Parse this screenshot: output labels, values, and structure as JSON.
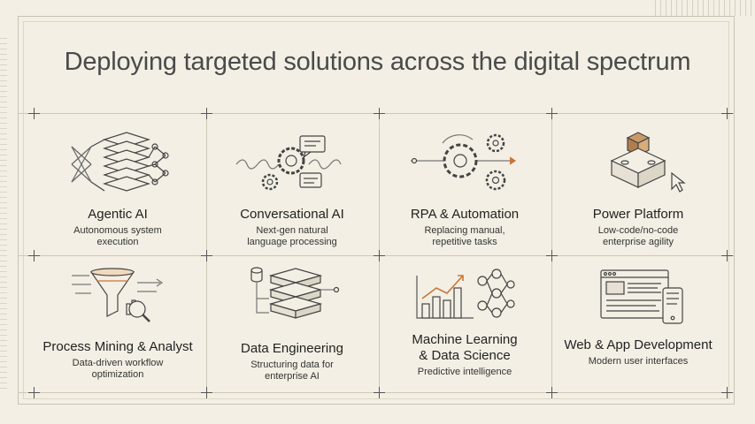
{
  "title": "Deploying targeted solutions across the digital spectrum",
  "cards": [
    {
      "name": "Agentic AI",
      "desc1": "Autonomous system",
      "desc2": "execution",
      "icon": "neural-network-icon"
    },
    {
      "name": "Conversational AI",
      "desc1": "Next-gen natural",
      "desc2": "language processing",
      "icon": "chat-gears-icon"
    },
    {
      "name": "RPA & Automation",
      "desc1": "Replacing manual,",
      "desc2": "repetitive tasks",
      "icon": "gears-flow-icon"
    },
    {
      "name": "Power Platform",
      "desc1": "Low-code/no-code",
      "desc2": "enterprise agility",
      "icon": "blocks-cursor-icon"
    },
    {
      "name": "Process Mining & Analyst",
      "desc1": "Data-driven workflow",
      "desc2": "optimization",
      "icon": "funnel-magnifier-icon"
    },
    {
      "name": "Data Engineering",
      "desc1": "Structuring data for",
      "desc2": "enterprise AI",
      "icon": "server-stack-icon"
    },
    {
      "name1": "Machine Learning",
      "name2": "& Data Science",
      "desc1": "Predictive intelligence",
      "icon": "growth-chart-network-icon"
    },
    {
      "name": "Web & App Development",
      "desc1": "Modern user interfaces",
      "icon": "browser-phone-icon"
    }
  ]
}
